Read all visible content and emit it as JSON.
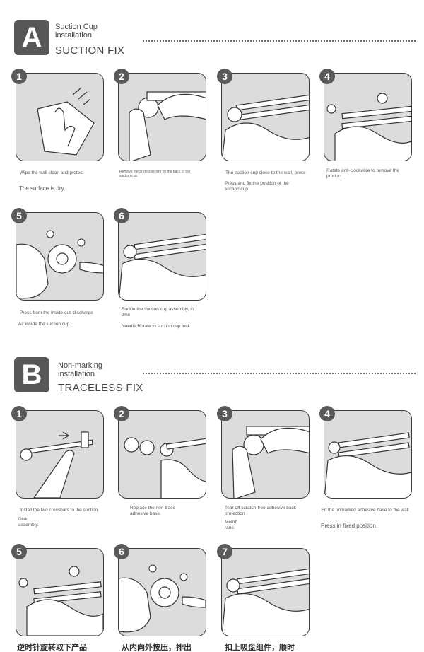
{
  "section_a": {
    "badge": "A",
    "subtitle": "Suction Cup\ninstallation",
    "title": "SUCTION FIX",
    "steps": [
      {
        "num": "1",
        "caption": "Wipe the wall clean and protect",
        "note": "The surface is dry."
      },
      {
        "num": "2",
        "caption": "Remove the protective film on the back of the suction cup",
        "note": ""
      },
      {
        "num": "3",
        "caption": "The suction cup close to the wall, press",
        "note": "Press and fix the position of the suction cup."
      },
      {
        "num": "4",
        "caption": "Rotate anti-clockwise to remove the product",
        "note": ""
      },
      {
        "num": "5",
        "caption": "Press from the inside out, discharge",
        "note": "Air inside the suction cup."
      },
      {
        "num": "6",
        "caption": "Buckle the suction cup assembly, in time",
        "note": "Needle Rotate to suction cup lock."
      }
    ]
  },
  "section_b": {
    "badge": "B",
    "subtitle": "Non-marking\ninstallation",
    "title": "TRACELESS FIX",
    "steps": [
      {
        "num": "1",
        "caption": "Install the two crossbars to the suction",
        "note": "Disk assembly."
      },
      {
        "num": "2",
        "caption": "Replace the non-trace adhesive base.",
        "note": ""
      },
      {
        "num": "3",
        "caption": "Tear off scratch-free adhesive back protection",
        "note": "Memb rane."
      },
      {
        "num": "4",
        "caption": "Fit the unmarked adhesive base to the wall",
        "note": "Press in fixed position."
      },
      {
        "num": "5",
        "caption": "逆时针旋转取下产品",
        "note": ""
      },
      {
        "num": "6",
        "caption": "从内向外按压，排出",
        "note": ""
      },
      {
        "num": "7",
        "caption": "扣上吸盘组件，顺时",
        "note": ""
      }
    ]
  }
}
